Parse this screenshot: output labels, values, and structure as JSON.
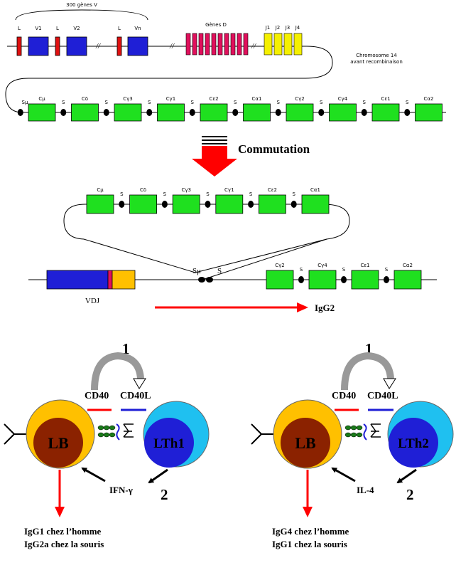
{
  "colors": {
    "v_gene": "#1f1fd6",
    "leader": "#e01010",
    "d_gene": "#e0105c",
    "j_gene": "#f5f000",
    "constant": "#1fe01f",
    "switch_dot": "#000000",
    "arrow_red": "#ff0000",
    "lb_outer": "#ffc000",
    "lb_inner": "#8b2200",
    "lth_outer": "#1fc0f0",
    "lth_inner": "#1f1fd6"
  },
  "top": {
    "v_genes_label": "300 gènes V",
    "d_genes_label": "Gènes D",
    "chromosome_label_1": "Chromosome 14",
    "chromosome_label_2": "avant recombinaison",
    "leader": "L",
    "v_labels": [
      "V1",
      "V2",
      "Vn"
    ],
    "j_labels": [
      "J1",
      "J2",
      "J3",
      "J4"
    ],
    "break_mark": "//"
  },
  "constant_row": {
    "start_label": "Sμ",
    "genes": [
      "Cμ",
      "Cδ",
      "Cγ3",
      "Cγ1",
      "Cε2",
      "Cα1",
      "Cγ2",
      "Cγ4",
      "Cε1",
      "Cα2"
    ],
    "switch": "S"
  },
  "commutation": "Commutation",
  "loop": {
    "genes": [
      "Cμ",
      "Cδ",
      "Cγ3",
      "Cγ1",
      "Cε2",
      "Cα1"
    ],
    "switch": "S"
  },
  "recombined": {
    "vdj": "VDJ",
    "smu": "Sμ",
    "s": "S",
    "genes": [
      "Cγ2",
      "Cγ4",
      "Cε1",
      "Cα2"
    ],
    "switch": "S",
    "result": "IgG2"
  },
  "left_panel": {
    "step1": "1",
    "step2": "2",
    "cd40": "CD40",
    "cd40l": "CD40L",
    "lb": "LB",
    "lth": "LTh1",
    "cytokine": "IFN-γ",
    "result_line1": "IgG1 chez l’homme",
    "result_line2": "IgG2a chez la souris"
  },
  "right_panel": {
    "step1": "1",
    "step2": "2",
    "cd40": "CD40",
    "cd40l": "CD40L",
    "lb": "LB",
    "lth": "LTh2",
    "cytokine": "IL-4",
    "result_line1": "IgG4 chez l’homme",
    "result_line2": "IgG1 chez la souris"
  }
}
